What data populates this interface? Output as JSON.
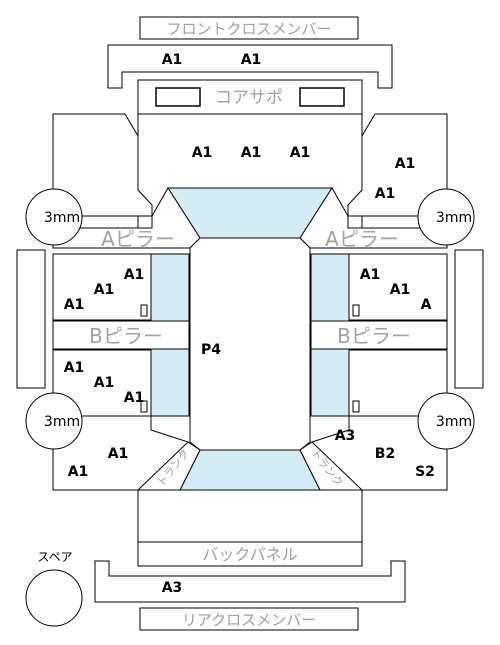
{
  "parts": {
    "front_cross_member": "フロントクロスメンバー",
    "core_support": "コアサポ",
    "a_pillar_left": "Aピラー",
    "a_pillar_right": "Aピラー",
    "b_pillar_left": "Bピラー",
    "b_pillar_right": "Bピラー",
    "back_panel": "バックパネル",
    "rear_cross_member": "リアクロスメンバー",
    "trunk_left": "トランク",
    "trunk_right": "トランク",
    "spare": "スペア"
  },
  "tires": {
    "front_left": "3mm",
    "front_right": "3mm",
    "rear_left": "3mm",
    "rear_right": "3mm"
  },
  "grades": {
    "front_cross_left": "A1",
    "front_cross_right": "A1",
    "hood_1": "A1",
    "hood_2": "A1",
    "hood_3": "A1",
    "fender_right_1": "A1",
    "fender_right_2": "A1",
    "front_door_left_1": "A1",
    "front_door_left_2": "A1",
    "front_door_left_3": "A1",
    "front_door_right_1": "A1",
    "front_door_right_2": "A1",
    "front_door_right_3": "A",
    "rear_door_left_1": "A1",
    "rear_door_left_2": "A1",
    "rear_door_left_3": "A1",
    "roof": "P4",
    "quarter_left_1": "A1",
    "quarter_left_2": "A1",
    "quarter_right_1": "A3",
    "quarter_right_2": "B2",
    "quarter_right_3": "S2",
    "rear_cross": "A3"
  }
}
